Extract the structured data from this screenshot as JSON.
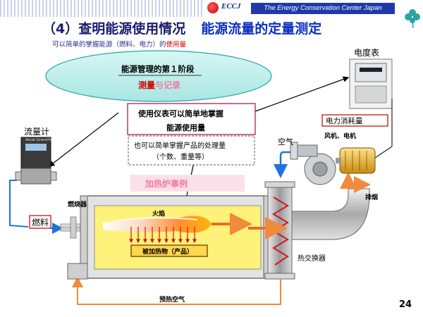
{
  "header": {
    "logo_text": "ECCJ",
    "org_banner": "The Energy Conservation Center Japan"
  },
  "title": {
    "main": "（4）查明能源使用情况",
    "sub": "能源流量的定量测定"
  },
  "subtitle": {
    "text_before": "可以简单的掌握能源（燃料、电力）的",
    "emphasis": "使用量"
  },
  "diagram": {
    "stage_title": "能源管理的第１阶段",
    "stage_text_red": "测量",
    "stage_text_rest": "与记录",
    "box1_line1": "使用仪表可以简单地掌握",
    "box1_line2": "能源使用量",
    "box2_line1": "也可以简单掌握产品的处理量",
    "box2_line2": "（个数、重量等）",
    "case_label": "加热炉事例",
    "flowmeter_label": "流量计",
    "fuel_label": "燃料",
    "burner_label": "燃烧器",
    "flame_label": "火焰",
    "product_label": "被加热物（产品）",
    "preheated_air_label": "预热空气",
    "heat_exchanger_label": "热交换器",
    "exhaust_label": "排烟",
    "air_label": "空气",
    "fan_motor_label": "风机、电机",
    "meter_label": "电度表",
    "power_label": "电力消耗量",
    "flowmeter_brand": "Alicat Scientific"
  },
  "page": {
    "number": "24"
  },
  "colors": {
    "accent_blue": "#0b2fbf",
    "title_navy": "#1c1c6e",
    "emphasis_red": "#d00000",
    "case_pink": "#f47aa0",
    "furnace_yellow": "#fff27a",
    "arrow_orange": "#f08a3c",
    "flow_blue": "#1e73d8"
  }
}
